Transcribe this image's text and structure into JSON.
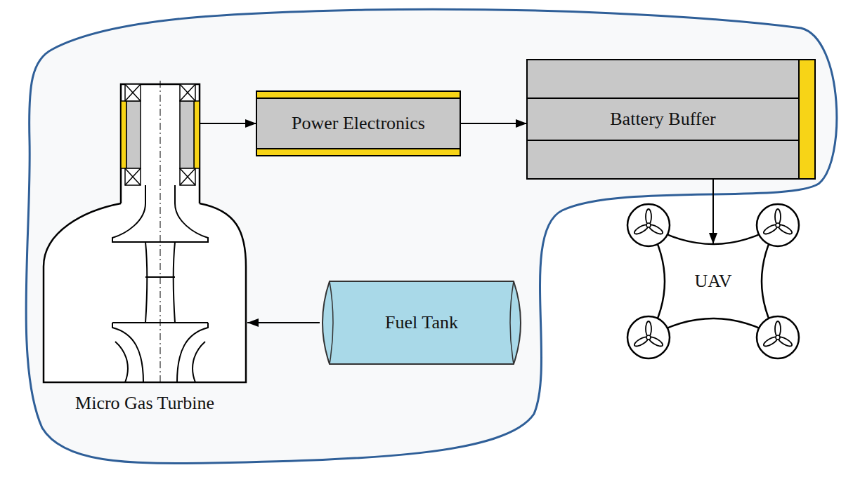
{
  "diagram": {
    "nodes": [
      {
        "text": [
          "Micro Gas Turbine"
        ]
      },
      {
        "text": [
          "Power Electronics"
        ]
      },
      {
        "text": [
          "Battery Buffer"
        ]
      },
      {
        "text": [
          "Fuel Tank"
        ]
      },
      {
        "text": [
          "UAV"
        ]
      }
    ],
    "edges": [
      {
        "from": 0,
        "to": 1,
        "arrow": "to"
      },
      {
        "from": 1,
        "to": 2,
        "arrow": "to"
      },
      {
        "from": 2,
        "to": 4,
        "arrow": "to"
      },
      {
        "from": 3,
        "to": 0,
        "arrow": "to"
      }
    ]
  }
}
